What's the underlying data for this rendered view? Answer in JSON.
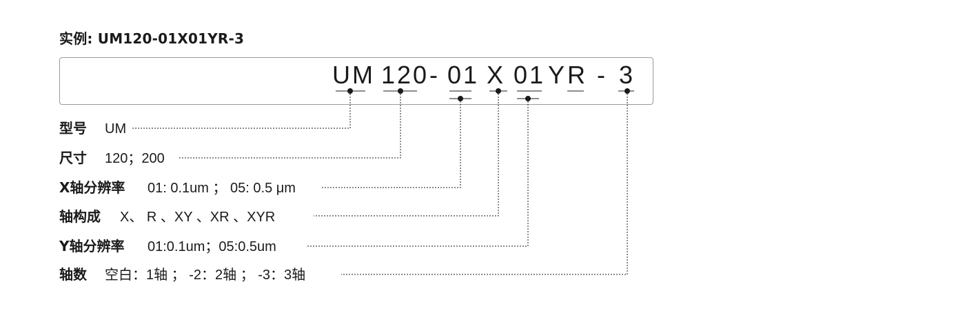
{
  "example_title": "实例: UM120-01X01YR-3",
  "code_segments": {
    "um": "UM",
    "size": "120",
    "dash1": "-",
    "x_res": "01",
    "axis": "X",
    "y_res": "01",
    "y_letter": "Y",
    "r_letter": "R",
    "dash2": "-",
    "axis_count": "3"
  },
  "rows": [
    {
      "label": "型号",
      "values": "UM"
    },
    {
      "label": "尺寸",
      "values": "120；200"
    },
    {
      "label": "X轴分辨率",
      "values": "01: 0.1um ； 05: 0.5 μm"
    },
    {
      "label": "轴构成",
      "values": "X、 R 、XY 、XR 、XYR"
    },
    {
      "label": "Y轴分辨率",
      "values": "01:0.1um；05:0.5um"
    },
    {
      "label": "轴数",
      "values": "空白：1轴 ； -2：2轴 ； -3：3轴"
    }
  ]
}
